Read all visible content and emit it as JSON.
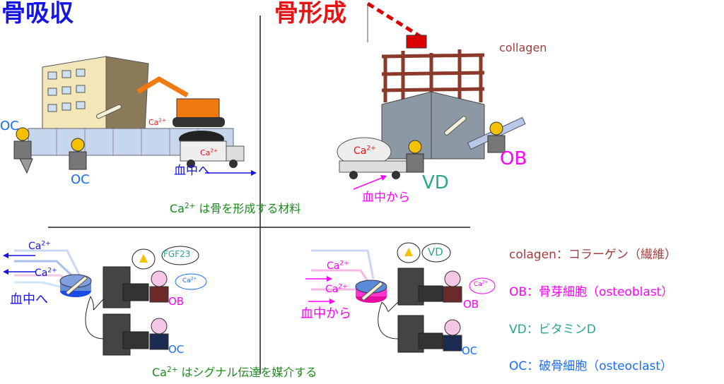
{
  "titles": {
    "resorption": "骨吸収",
    "formation": "骨形成"
  },
  "top_left": {
    "oc1": "OC",
    "oc2": "OC",
    "to_blood": "血中へ",
    "ca": "Ca",
    "ca_sup": "2+"
  },
  "top_right": {
    "collagen": "collagen",
    "ca": "Ca",
    "ca_sup": "2+",
    "ob": "OB",
    "vd": "VD",
    "from_blood": "血中から"
  },
  "middle_caption": {
    "ca": "Ca",
    "sup": "2+",
    "text": " は骨を形成する材料"
  },
  "bottom_left": {
    "ca": "Ca",
    "sup": "2+",
    "to_blood": "血中へ",
    "fgf23": "FGF23",
    "ob": "OB",
    "oc": "OC"
  },
  "bottom_right": {
    "ca": "Ca",
    "sup": "2+",
    "from_blood": "血中から",
    "vd": "VD",
    "ob": "OB",
    "oc": "OC"
  },
  "bottom_caption": {
    "ca": "Ca",
    "sup": "2+",
    "text": " はシグナル伝達を媒介する"
  },
  "legend": [
    {
      "text": "colagen：コラーゲン（繊維）",
      "color": "#a33c3c"
    },
    {
      "text": "OB：骨芽細胞（osteoblast）",
      "color": "#ff00ff"
    },
    {
      "text": "VD：ビタミンD",
      "color": "#2aa88a"
    },
    {
      "text": "OC：破骨細胞（osteoclast）",
      "color": "#1a6cff"
    }
  ]
}
